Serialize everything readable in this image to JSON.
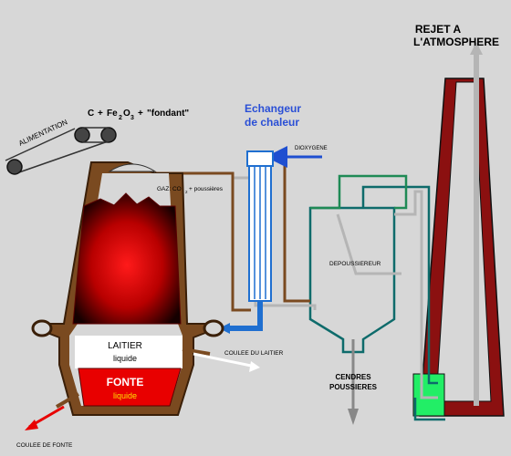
{
  "labels": {
    "alimentation": "ALIMENTATION",
    "formula_c": "C",
    "formula_plus1": "+",
    "formula_fe": "Fe",
    "formula_sub2": "2",
    "formula_o": "O",
    "formula_sub3": "3",
    "formula_plus2": "+",
    "formula_fondant": "\"fondant\"",
    "echangeur_line1": "Echangeur",
    "echangeur_line2": "de  chaleur",
    "dioxygene": "DIOXYGENE",
    "gaz_prefix": "GAZ: CO",
    "gaz_sub": "2",
    "gaz_suffix": "+ poussières",
    "depoussiereur": "DEPOUSSIEREUR",
    "rejet_line1": "REJET A",
    "rejet_line2": "L'ATMOSPHERE",
    "laitier": "LAITIER",
    "liquide1": "liquide",
    "coulee_laitier": "COULEE DU LAITIER",
    "fonte": "FONTE",
    "liquide2": "liquide",
    "cendres_line1": "CENDRES",
    "cendres_line2": "POUSSIERES",
    "coulee_fonte": "COULEE DE FONTE"
  },
  "colors": {
    "background": "#d7d7d7",
    "furnace_wall": "#7a4a20",
    "hot_core": "#d90000",
    "fonte_fill": "#e80000",
    "laitier_fill": "#ffffff",
    "pipe_brown": "#7a4a20",
    "pipe_teal": "#0e6b6b",
    "pipe_green": "#1f8a55",
    "pipe_gray": "#b5b5b5",
    "exchanger_blue": "#1f6fd0",
    "chimney_red": "#8b1010",
    "chimney_green": "#22ee66",
    "echangeur_text": "#2a4fd6",
    "fonte_text": "#ffffff",
    "liquide2_text": "#ffe000"
  }
}
